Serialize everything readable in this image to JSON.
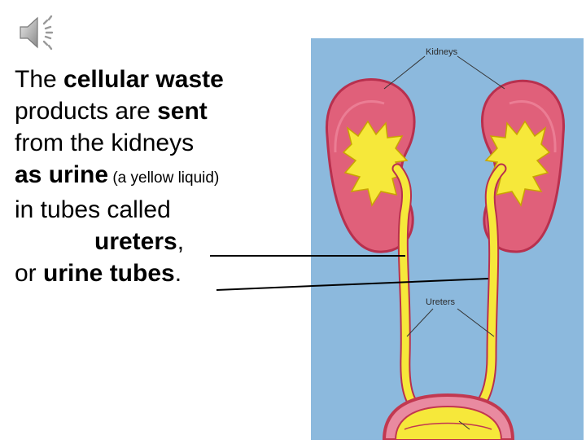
{
  "slide": {
    "audio_icon": "speaker-sound-icon",
    "text": {
      "line1_a": "The ",
      "line1_b": "cellular waste",
      "line2_a": "products are ",
      "line2_b": "sent",
      "line3": "from the kidneys",
      "line4_a": "as urine",
      "line4_b": " (a yellow liquid)",
      "line5": "in tubes called",
      "line6_a": "ureters",
      "line6_b": ",",
      "line7_a": "or ",
      "line7_b": "urine tubes",
      "line7_c": "."
    },
    "diagram": {
      "label_kidneys": "Kidneys",
      "label_ureters": "Ureters",
      "colors": {
        "background": "#8cb9dd",
        "kidney": "#e0607a",
        "kidney_outline": "#b8304e",
        "pelvis": "#f6e83a",
        "ureter": "#f6e83a",
        "bladder_outline": "#c23850"
      }
    }
  }
}
